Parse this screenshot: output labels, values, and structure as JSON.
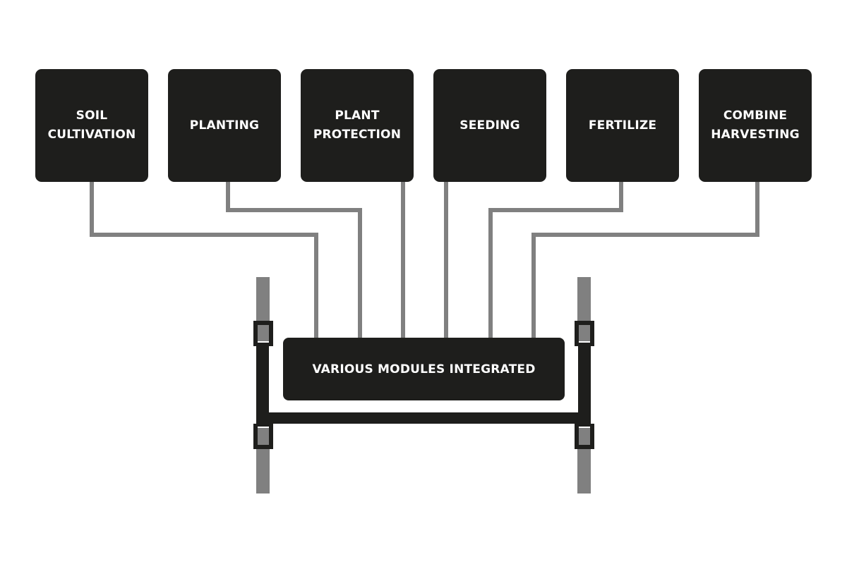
{
  "modules": [
    {
      "label": "SOIL\nCULTIVATION"
    },
    {
      "label": "PLANTING"
    },
    {
      "label": "PLANT\nPROTECTION"
    },
    {
      "label": "SEEDING"
    },
    {
      "label": "FERTILIZE"
    },
    {
      "label": "COMBINE\nHARVESTING"
    }
  ],
  "hub": {
    "label": "VARIOUS MODULES INTEGRATED"
  },
  "colors": {
    "box_fill": "#1e1e1c",
    "box_text": "#ffffff",
    "connector": "#808080",
    "frame": "#1e1e1c",
    "wheel": "#808080",
    "background": "#ffffff"
  }
}
